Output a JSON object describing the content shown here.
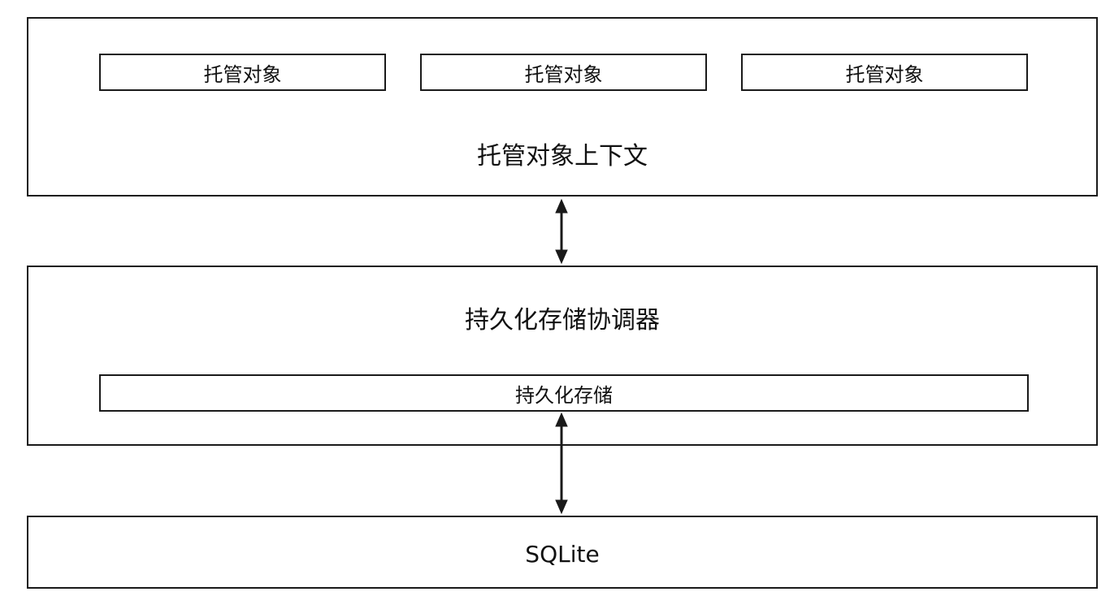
{
  "context_layer": {
    "managed_objects": [
      "托管对象",
      "托管对象",
      "托管对象"
    ],
    "title": "托管对象上下文"
  },
  "coordinator_layer": {
    "title": "持久化存储协调器",
    "store_label": "持久化存储"
  },
  "database_layer": {
    "label": "SQLite"
  },
  "connectors": [
    "arrow-bidirectional",
    "arrow-bidirectional"
  ],
  "colors": {
    "stroke": "#1a1a1a",
    "background": "#ffffff",
    "text": "#111111"
  }
}
